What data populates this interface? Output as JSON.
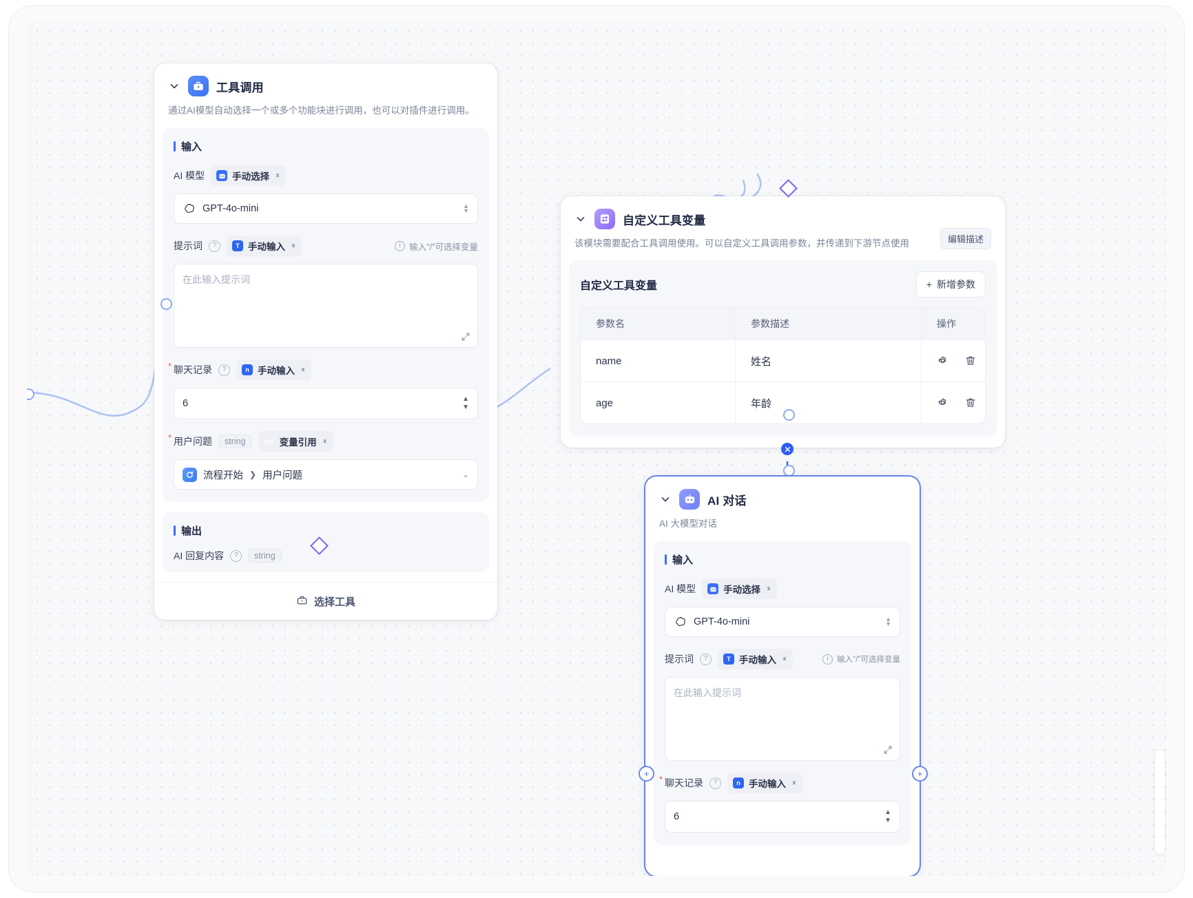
{
  "canvas": {
    "background_color": "#f7f8fa",
    "accent_color": "#3e6bf5"
  },
  "nodes": {
    "tool_call": {
      "title": "工具调用",
      "icon": "toolbox-icon",
      "description": "通过AI模型自动选择一个或多个功能块进行调用，也可以对插件进行调用。",
      "input_section": "输入",
      "output_section": "输出",
      "fields": {
        "model_label": "AI 模型",
        "model_mode": "手动选择",
        "model_value": "GPT-4o-mini",
        "prompt_label": "提示词",
        "prompt_mode": "手动输入",
        "prompt_hint": "输入\"/\"可选择变量",
        "prompt_placeholder": "在此输入提示词",
        "history_label": "聊天记录",
        "history_mode": "手动输入",
        "history_value": "6",
        "question_label": "用户问题",
        "question_type": "string",
        "question_mode": "变量引用",
        "question_ref_source": "流程开始",
        "question_ref_field": "用户问题",
        "output_label": "AI 回复内容",
        "output_type": "string"
      },
      "footer_button": "选择工具"
    },
    "custom_tool_var": {
      "title": "自定义工具变量",
      "icon": "sliders-icon",
      "description": "该模块需要配合工具调用使用。可以自定义工具调用参数，并传递到下游节点使用",
      "edit_desc_button": "编辑描述",
      "table_title": "自定义工具变量",
      "add_button": "新增参数",
      "table": {
        "headers": [
          "参数名",
          "参数描述",
          "操作"
        ],
        "rows": [
          {
            "name": "name",
            "desc": "姓名",
            "actions": [
              "settings-icon",
              "delete-icon"
            ]
          },
          {
            "name": "age",
            "desc": "年龄",
            "actions": [
              "settings-icon",
              "delete-icon"
            ]
          }
        ]
      }
    },
    "ai_chat": {
      "title": "AI 对话",
      "icon": "robot-icon",
      "description": "AI 大模型对话",
      "input_section": "输入",
      "fields": {
        "model_label": "AI 模型",
        "model_mode": "手动选择",
        "model_value": "GPT-4o-mini",
        "prompt_label": "提示词",
        "prompt_mode": "手动输入",
        "prompt_hint": "输入\"/\"可选择变量",
        "prompt_placeholder": "在此输入提示词",
        "history_label": "聊天记录",
        "history_mode": "手动输入",
        "history_value": "6"
      }
    }
  },
  "glyphs": {
    "chevron_down": "⌄",
    "plus": "+",
    "arrow_right": "❯"
  }
}
